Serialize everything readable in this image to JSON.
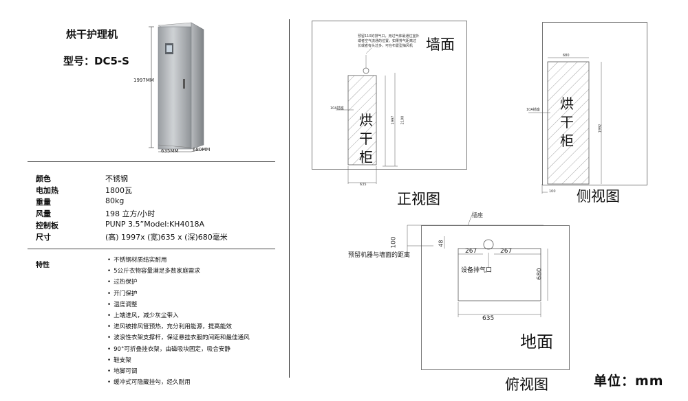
{
  "product": {
    "title": "烘干护理机",
    "model_label": "型号：DC5-S",
    "dimension_labels": {
      "height": "1997MM",
      "width": "635MM",
      "depth": "680MM"
    }
  },
  "specs": [
    {
      "key": "颜色",
      "value": "不锈钢"
    },
    {
      "key": "电加热",
      "value": "1800瓦"
    },
    {
      "key": "重量",
      "value": "80kg"
    },
    {
      "key": "风量",
      "value": "198 立方/小时"
    },
    {
      "key": "控制板",
      "value": "PUNP 3.5”Model:KH4018A"
    },
    {
      "key": "尺寸",
      "value": "(高) 1997x (宽)635 x (深)680毫米"
    }
  ],
  "features": {
    "title": "特性",
    "items": [
      "不锈钢材质结实耐用",
      "5公斤衣物容量满足多数家庭需求",
      "过热保护",
      "开门保护",
      "温度调整",
      "上端进风，减少灰尘带入",
      "进风被排风管预热，充分利用能源，提高能效",
      "波浪性衣架支撑杆，保证悬挂衣服的间距和最佳通风",
      "90°可折叠挂衣架，由磁吸块固定，吸合安静",
      "鞋支架",
      "地脚可调",
      "缓冲式可隐藏挂勾，经久耐用"
    ]
  },
  "front_view": {
    "wall_label": "墙面",
    "cabinet_label": "烘干柜",
    "caption": "正视图",
    "note_line1": "预留110的排气口，用过气体最通往室外",
    "note_line2": "或者空气流通的位置。如果排气距离过",
    "note_line3": "长或者有头过多，可在布置型抽风机",
    "socket_label": "10A插座",
    "dim_height_inner": "1997",
    "dim_height_outer": "2100",
    "dim_width": "635"
  },
  "side_view": {
    "cabinet_label": "烘干柜",
    "caption": "侧视图",
    "socket_label": "10A插座",
    "dim_depth": "680",
    "dim_height": "1992",
    "dim_gap": "100"
  },
  "top_view": {
    "floor_label": "地面",
    "caption": "俯视图",
    "socket_label": "插座",
    "gap_label": "预留机器与墙面的距离",
    "exhaust_label": "设备排气口",
    "dim_gap": "100",
    "dim_48": "48",
    "dim_left": "267",
    "dim_right": "267",
    "dim_depth": "680",
    "dim_width": "635"
  },
  "unit_label": "单位：mm"
}
